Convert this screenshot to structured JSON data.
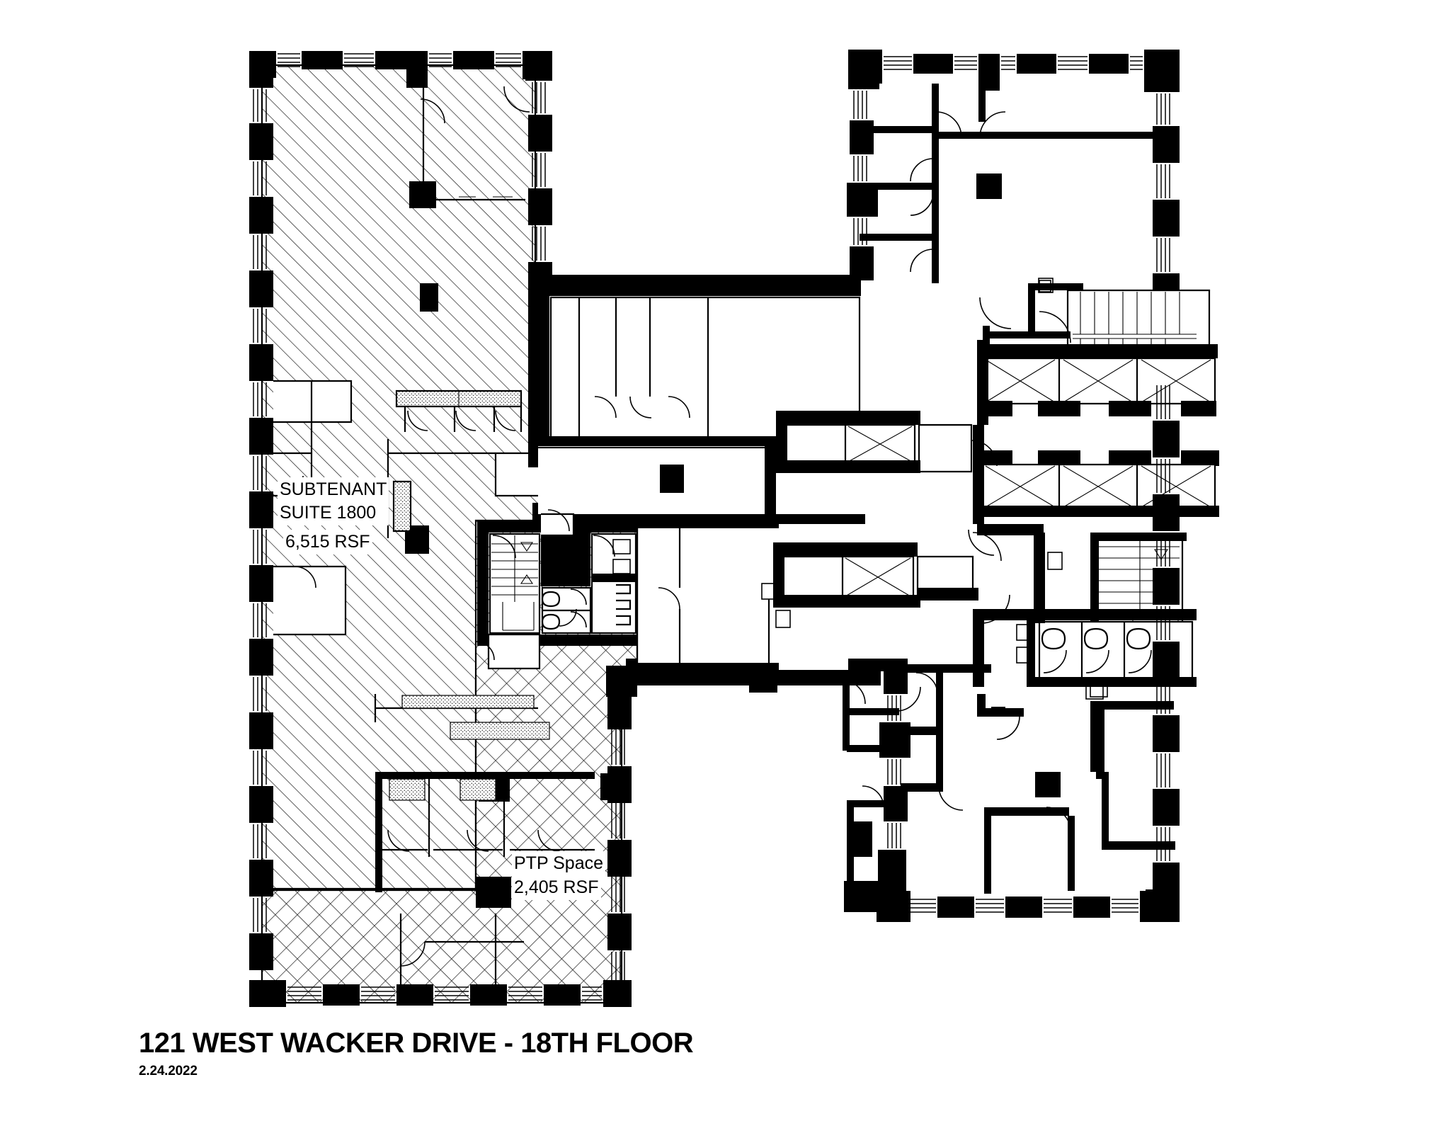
{
  "document": {
    "type": "architectural-floor-plan",
    "title": "121 WEST WACKER DRIVE - 18TH FLOOR",
    "date": "2.24.2022",
    "building_address": "121 WEST WACKER DRIVE",
    "floor": "18TH FLOOR"
  },
  "areas": [
    {
      "id": "subtenant",
      "name_line_1": "SUBTENANT",
      "name_line_2": "SUITE 1800",
      "area_text": "6,515 RSF",
      "area_value": 6515,
      "area_unit": "RSF",
      "hatch": "diagonal",
      "location": "west-wing"
    },
    {
      "id": "ptp",
      "name_line_1": "PTP Space",
      "area_text": "2,405 RSF",
      "area_value": 2405,
      "area_unit": "RSF",
      "hatch": "crosshatch",
      "location": "southwest-wing"
    }
  ],
  "legend": {
    "subtenant_label": "SUBTENANT",
    "suite_label": "SUITE 1800",
    "subtenant_rsf": "6,515 RSF",
    "ptp_label": "PTP Space",
    "ptp_rsf": "2,405 RSF"
  },
  "colors": {
    "wall": "#000000",
    "floor": "#ffffff",
    "hatch_line": "#000000",
    "background": "#ffffff"
  },
  "core_elements": {
    "elevator_banks": 2,
    "elevators_per_bank": 3,
    "service_elevators": 2,
    "stairwells": 3,
    "restroom_groups": 2
  }
}
